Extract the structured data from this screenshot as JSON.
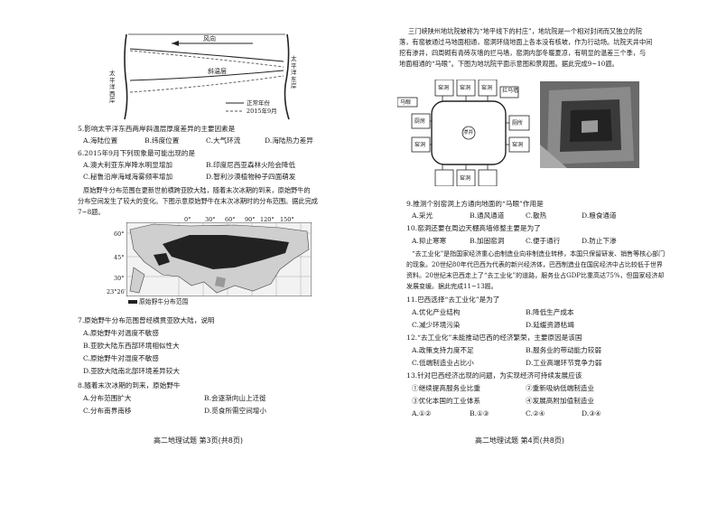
{
  "left": {
    "diagram1": {
      "wind": "风向",
      "layer": "斜温层",
      "west_coast": "太平洋西岸",
      "east_coast": "太平洋东岸",
      "legend_normal": "正常年份",
      "legend_2015": "2015年9月"
    },
    "q5": {
      "stem": "5.影响太平洋东西两岸斜温层厚度差异的主要因素是",
      "a": "A.海陆位置",
      "b": "B.纬度位置",
      "c": "C.大气环流",
      "d": "D.海陆热力差异"
    },
    "q6": {
      "stem": "6.2015年9月下列现象最可能出现的是",
      "a": "A.澳大利亚东岸降水明显增加",
      "b": "B.印度尼西亚森林火险会降低",
      "c": "C.秘鲁沿岸海域海雾频率增加",
      "d": "D.智利沙漠植物种子四面萌发"
    },
    "intro78": [
      "原始野牛分布范围在更新世前横跨亚欧大陆，随着末次冰期的到来，原始野牛的",
      "分布空间发生了较大的变化。下图示意原始野牛在末次冰期时的分布范围。据此完成",
      "7~8题。"
    ],
    "map": {
      "lon_0": "0°",
      "lon_30": "30°",
      "lon_60": "60°",
      "lon_90": "90°",
      "lon_120": "120°",
      "lon_150": "150°",
      "lat_60": "60°",
      "lat_45": "45°",
      "lat_30": "30°",
      "lat_2326": "23°26′",
      "legend": "原始野牛分布范围"
    },
    "q7": {
      "stem": "7.原始野牛分布范围曾经横贯亚欧大陆，说明",
      "a": "A.原始野牛对温度不敏感",
      "b": "B.亚欧大陆东西部环境相似性大",
      "c": "C.原始野牛对湿度不敏感",
      "d": "D.亚欧大陆南北部环境差异较大"
    },
    "q8": {
      "stem": "8.随着末次冰期的到来，原始野牛",
      "a": "A.分布范围扩大",
      "b": "B.会逐渐向山上迁徙",
      "c": "C.分布南界南移",
      "d": "D.觅食所需空间增小"
    },
    "footer": "高二地理试题  第3页(共8页)"
  },
  "right": {
    "intro910": [
      "三门峡陕州地坑院被称为“地平线下的村庄”，地坑院是一个相对封闭而又独立的院",
      "落，有窑被通过马地面相通，窑洞环绕地面上各本没有核坡，作为行动场。坑院天井中间",
      "挖有渗井，四周砌有青砖灰墙的拦马墙，窑洞内部冬暖夏凉，有明显的温差三个季，与",
      "地面相通的“马眼”。下图为地坑院平面示意图和景观图。据此完成9~10题。"
    ],
    "plan": {
      "mayan": "马眼",
      "lanma": "拦马墙",
      "kitchen": "厨房",
      "kiln1": "窑洞",
      "kiln2": "窑洞",
      "kiln3": "窑洞",
      "kiln4": "窑洞",
      "kiln5": "窑洞",
      "kiln6": "窑洞",
      "toilet": "厕所",
      "well": "渗井"
    },
    "q9": {
      "stem": "9.推测个别窑洞上方通向地面的“马眼”作用是",
      "a": "A.采光",
      "b": "B.通风通道",
      "c": "C.散热",
      "d": "D.粮食通道"
    },
    "q10": {
      "stem": "10.窑洞还要在周边天棚高墙修整主要是为了",
      "a": "A.抑止寒寒",
      "b": "B.加固窑洞",
      "c": "C.便于通行",
      "d": "D.防止下渗"
    },
    "intro1113": [
      "“去工业化”是指国家经济重心由制造业向非制造业转移，本国只保留研发、销售等核心部门",
      "的现象。20世纪80年代巴西为代表的新兴经济体，巴西制造业在国民经济中占比较低于世界",
      "资料。20世纪末巴西走上了“去工业化”的道路，服务业占GDP比重高达75%，但国家经济却",
      "发展变缓。据此完成11~13题。"
    ],
    "q11": {
      "stem": "11.巴西选择“去工业化”是为了",
      "a": "A.优化产业结构",
      "b": "B.降低生产成本",
      "c": "C.减少环境污染",
      "d": "D.延缓资源枯竭"
    },
    "q12": {
      "stem": "12.“去工业化”未能推动巴西的经济繁荣，主要原因是该国",
      "a": "A.政策支持力度不足",
      "b": "B.服务业的带动能力较弱",
      "c": "C.低端制造业占比小",
      "d": "D.工业高端环节竞争力弱"
    },
    "q13": {
      "stem": "13.针对巴西经济出现的问题，为实现经济可持续发展应该",
      "o1": "①继续提高服务业比重",
      "o2": "②重新吸纳低端制造业",
      "o3": "③优化本国的工业体系",
      "o4": "④发展高附加值制造业",
      "a": "A.①②",
      "b": "B.①③",
      "c": "C.②④",
      "d": "D.③④"
    },
    "footer": "高二地理试题  第4页(共8页)"
  }
}
